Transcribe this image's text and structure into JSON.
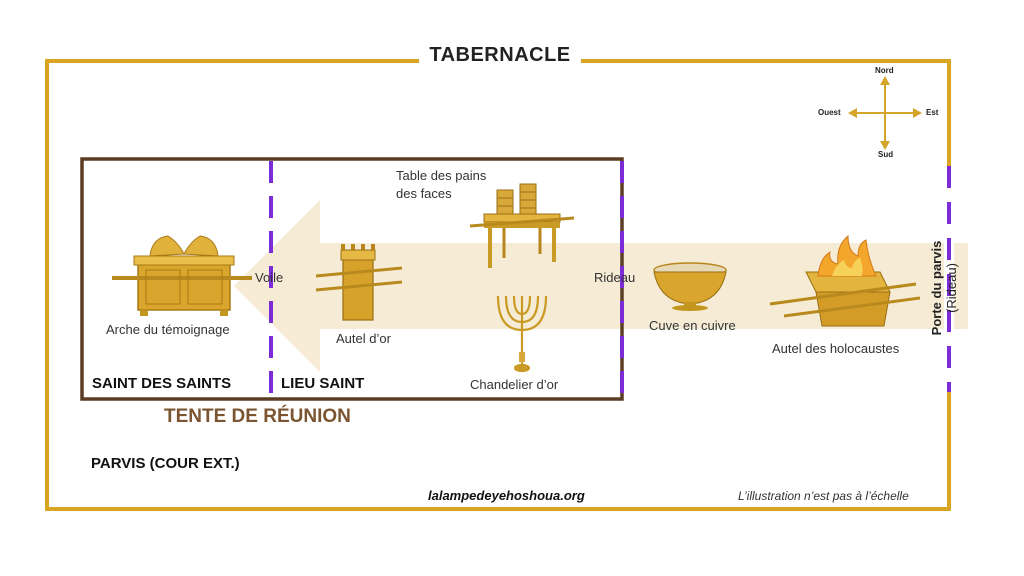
{
  "title": "TABERNACLE",
  "compass": {
    "north": "Nord",
    "south": "Sud",
    "west": "Ouest",
    "east": "Est"
  },
  "tent": {
    "name": "TENTE DE RÉUNION",
    "holy_of_holies": "SAINT DES SAINTS",
    "holy_place": "LIEU SAINT"
  },
  "labels": {
    "voile": "Voile",
    "rideau": "Rideau",
    "arche": "Arche du témoignage",
    "autel_or": "Autel d’or",
    "table_line1": "Table des pains",
    "table_line2": "des faces",
    "chandelier": "Chandelier d’or",
    "cuve": "Cuve en cuivre",
    "autel_holocaustes": "Autel des holocaustes",
    "porte_line1": "Porte du parvis",
    "porte_line2": "(Rideau)"
  },
  "court": "PARVIS (COUR EXT.)",
  "website": "lalampedeyehoshoua.org",
  "disclaimer": "L’illustration n’est pas à l’échelle",
  "colors": {
    "gold_border": "#d9a521",
    "brown_tent": "#5a3d24",
    "tent_title": "#7a5530",
    "purple_dash": "#7b2cd6",
    "path": "#f6ecd6",
    "gold": "#d4a52a"
  }
}
